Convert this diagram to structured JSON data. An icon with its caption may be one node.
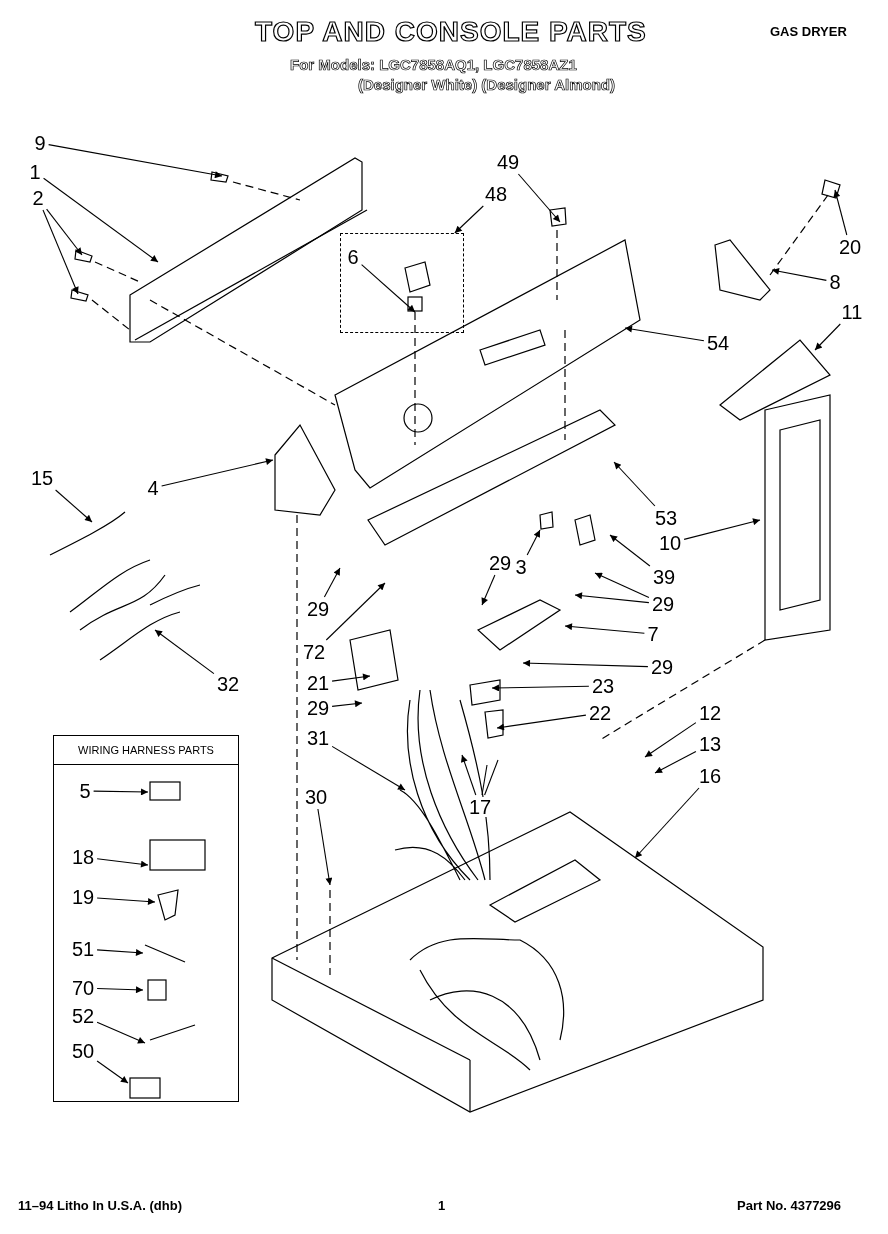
{
  "diagram": {
    "title": "TOP AND CONSOLE PARTS",
    "nodes": [
      {
        "text": [
          "9"
        ]
      },
      {
        "text": [
          "1"
        ]
      },
      {
        "text": [
          "2"
        ]
      },
      {
        "text": [],
        "shape": "box"
      },
      {
        "text": [
          "6"
        ],
        "in": 3
      },
      {
        "text": [
          "49"
        ]
      },
      {
        "text": [
          "48"
        ]
      },
      {
        "text": [
          "20"
        ]
      },
      {
        "text": [
          "8"
        ]
      },
      {
        "text": [
          "11"
        ]
      },
      {
        "text": [
          "54"
        ]
      },
      {
        "text": [
          "15"
        ]
      },
      {
        "text": [
          "4"
        ]
      },
      {
        "text": [
          "53"
        ]
      },
      {
        "text": [
          "10"
        ]
      },
      {
        "text": [
          "3"
        ]
      },
      {
        "text": [
          "29"
        ]
      },
      {
        "text": [
          "39"
        ]
      },
      {
        "text": [
          "29"
        ]
      },
      {
        "text": [
          "29"
        ]
      },
      {
        "text": [
          "7"
        ]
      },
      {
        "text": [
          "72"
        ]
      },
      {
        "text": [
          "29"
        ]
      },
      {
        "text": [
          "32"
        ]
      },
      {
        "text": [
          "21"
        ]
      },
      {
        "text": [
          "23"
        ]
      },
      {
        "text": [
          "29"
        ]
      },
      {
        "text": [
          "22"
        ]
      },
      {
        "text": [
          "12"
        ]
      },
      {
        "text": [
          "31"
        ]
      },
      {
        "text": [
          "WIRING HARNESS PARTS"
        ]
      },
      {
        "text": [
          "5"
        ],
        "in": 30
      },
      {
        "text": [
          "18"
        ],
        "in": 30
      },
      {
        "text": [
          "19"
        ],
        "in": 30
      },
      {
        "text": [
          "51"
        ],
        "in": 30
      },
      {
        "text": [
          "70"
        ],
        "in": 30
      },
      {
        "text": [
          "52"
        ],
        "in": 30
      },
      {
        "text": [
          "50"
        ],
        "in": 30
      },
      {
        "text": [
          "13"
        ]
      },
      {
        "text": [
          "16"
        ]
      },
      {
        "text": [
          "30"
        ]
      },
      {
        "text": [
          "17"
        ]
      }
    ],
    "edges": [
      {
        "from": 0,
        "to": null,
        "arrow": "to"
      },
      {
        "from": 1,
        "to": null,
        "arrow": "to"
      },
      {
        "from": 2,
        "to": null,
        "arrow": "to"
      },
      {
        "from": 2,
        "to": null,
        "arrow": "to"
      },
      {
        "from": 4,
        "to": null,
        "arrow": "to"
      },
      {
        "from": 5,
        "to": null,
        "arrow": "to"
      },
      {
        "from": 6,
        "to": 3,
        "arrow": "to"
      },
      {
        "from": 7,
        "to": null,
        "arrow": "to"
      },
      {
        "from": 8,
        "to": null,
        "arrow": "to"
      },
      {
        "from": 9,
        "to": null,
        "arrow": "to"
      },
      {
        "from": 10,
        "to": null,
        "arrow": "to"
      },
      {
        "from": 11,
        "to": null,
        "arrow": "to"
      },
      {
        "from": 12,
        "to": null,
        "arrow": "to"
      },
      {
        "from": 13,
        "to": null,
        "arrow": "to"
      },
      {
        "from": 14,
        "to": null,
        "arrow": "to"
      },
      {
        "from": 15,
        "to": null,
        "arrow": "to"
      },
      {
        "from": 16,
        "to": null,
        "arrow": "to"
      },
      {
        "from": 17,
        "to": null,
        "arrow": "to"
      },
      {
        "from": 18,
        "to": null,
        "arrow": "to"
      },
      {
        "from": 19,
        "to": null,
        "arrow": "to"
      },
      {
        "from": 19,
        "to": null,
        "arrow": "to"
      },
      {
        "from": 20,
        "to": null,
        "arrow": "to"
      },
      {
        "from": 21,
        "to": null,
        "arrow": "to"
      },
      {
        "from": 22,
        "to": null,
        "arrow": "to"
      },
      {
        "from": 23,
        "to": null,
        "arrow": "to"
      },
      {
        "from": 24,
        "to": null,
        "arrow": "to"
      },
      {
        "from": 25,
        "to": null,
        "arrow": "to"
      },
      {
        "from": 26,
        "to": null,
        "arrow": "to"
      },
      {
        "from": 27,
        "to": null,
        "arrow": "to"
      },
      {
        "from": 28,
        "to": null,
        "arrow": "to"
      },
      {
        "from": 29,
        "to": null,
        "arrow": "to"
      },
      {
        "from": 31,
        "to": null,
        "arrow": "to"
      },
      {
        "from": 32,
        "to": null,
        "arrow": "to"
      },
      {
        "from": 33,
        "to": null,
        "arrow": "to"
      },
      {
        "from": 34,
        "to": null,
        "arrow": "to"
      },
      {
        "from": 35,
        "to": null,
        "arrow": "to"
      },
      {
        "from": 36,
        "to": null,
        "arrow": "to"
      },
      {
        "from": 37,
        "to": null,
        "arrow": "to"
      },
      {
        "from": 38,
        "to": null,
        "arrow": "to"
      },
      {
        "from": 39,
        "to": null,
        "arrow": "to"
      },
      {
        "from": 40,
        "to": null,
        "arrow": "to"
      },
      {
        "from": 41,
        "to": null,
        "arrow": "to"
      },
      {
        "from": 41,
        "to": null,
        "arrow": "none"
      },
      {
        "from": 41,
        "to": null,
        "arrow": "none"
      }
    ],
    "labels": [
      "GAS DRYER",
      "For Models: LGC7858AQ1, LGC7858AZ1",
      "(Designer White) (Designer Almond)",
      "11–94 Litho In U.S.A. (dhb)",
      "1",
      "Part No. 4377296"
    ]
  }
}
